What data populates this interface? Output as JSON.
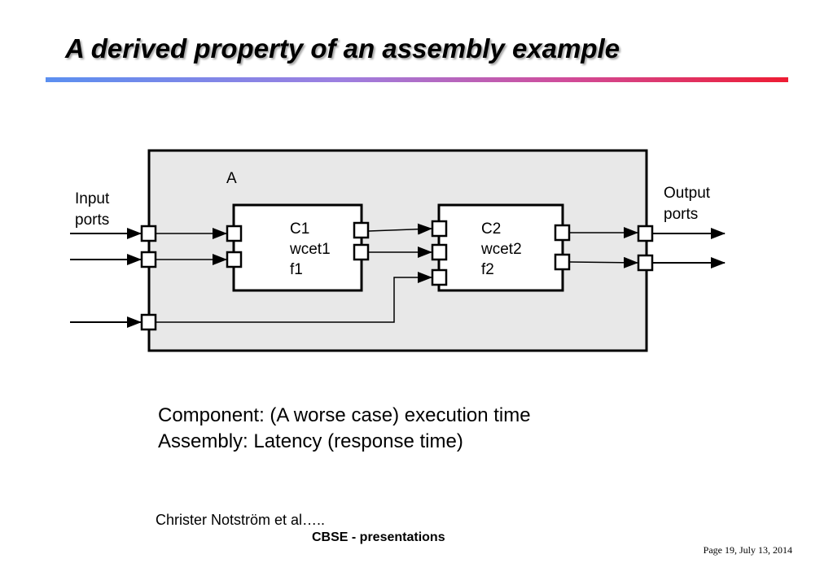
{
  "slide": {
    "title": "A derived property of an assembly example"
  },
  "diagram": {
    "assembly_label": "A",
    "input_ports_label": [
      "Input",
      "ports"
    ],
    "output_ports_label": [
      "Output",
      "ports"
    ],
    "components": [
      {
        "name": "C1",
        "wcet": "wcet1",
        "f": "f1"
      },
      {
        "name": "C2",
        "wcet": "wcet2",
        "f": "f2"
      }
    ]
  },
  "notes": {
    "line1": "Component: (A worse case) execution time",
    "line2": "Assembly: Latency (response time)"
  },
  "footer": {
    "author": "Christer Notström et al…..",
    "center": "CBSE - presentations",
    "page": "Page 19,  July 13, 2014"
  },
  "colors": {
    "assembly_fill": "#e8e8e8",
    "rule_start": "#5b8ff0",
    "rule_end": "#ee1c33"
  }
}
